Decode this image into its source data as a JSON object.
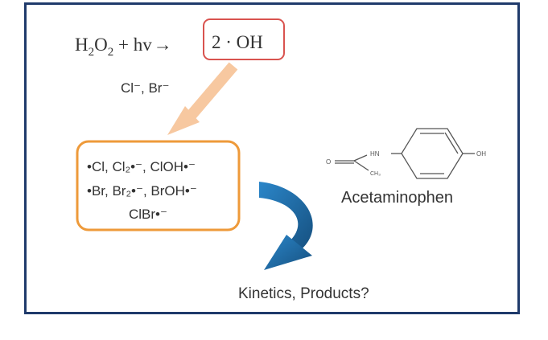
{
  "reaction": {
    "reactant_base": "H",
    "reactant_sub1": "2",
    "reactant_mid": "O",
    "reactant_sub2": "2",
    "plus_hv": " + hv",
    "arrow": "→",
    "product": "2 · OH"
  },
  "halides_label": "Cl⁻, Br⁻",
  "radicals": {
    "line1": "•Cl, Cl₂•⁻, ClOH•⁻",
    "line2": "•Br, Br₂•⁻, BrOH•⁻",
    "line3": "ClBr•⁻"
  },
  "molecule": {
    "name": "Acetaminophen",
    "atom_nh": "HN",
    "atom_oh": "OH",
    "atom_o": "O",
    "atom_ch3": "CH₃"
  },
  "question": "Kinetics, Products?",
  "colors": {
    "frame": "#1f3a6b",
    "product_box": "#d9534f",
    "radical_box": "#ee9a3a",
    "peach_arrow": "#f7c8a0",
    "blue_arrow": "#1f6fb0"
  }
}
